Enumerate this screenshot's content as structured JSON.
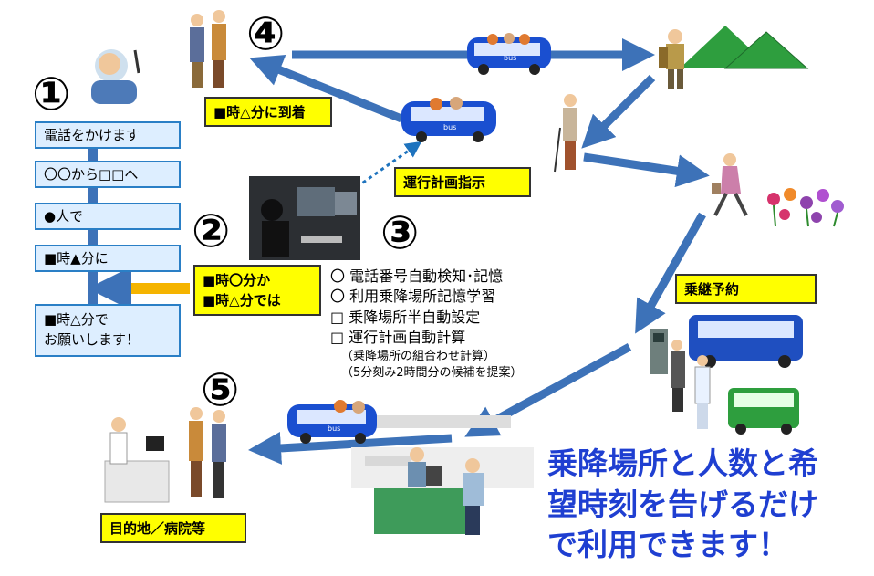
{
  "step_numbers": {
    "n1": "①",
    "n2": "②",
    "n3": "③",
    "n4": "④",
    "n5": "⑤"
  },
  "steps": [
    {
      "label": "電話をかけます"
    },
    {
      "label": "〇〇から□□へ"
    },
    {
      "label": "●人で"
    },
    {
      "label": "■時▲分に"
    }
  ],
  "request_final": [
    "■時△分で",
    "お願いします！"
  ],
  "reply": [
    "■時〇分か",
    "■時△分では"
  ],
  "arrival_label": "■時△分に到着",
  "dispatch_label": "運行計画指示",
  "transfer_label": "乗継予約",
  "destination_label": "目的地／病院等",
  "system_features": [
    "〇 電話番号自動検知･記憶",
    "〇 利用乗降場所記憶学習",
    "□ 乗降場所半自動設定",
    "□ 運行計画自動計算"
  ],
  "system_notes": [
    "（乗降場所の組合わせ計算）",
    "（5分刻み2時間分の候補を提案）"
  ],
  "slogan": [
    "乗降場所と人数と希",
    "望時刻を告げるだけ",
    "で利用できます！"
  ],
  "bus_text": "bus",
  "colors": {
    "arrow": "#3d72b8",
    "step_fill": "#ddeeff",
    "yellow": "#ffff00",
    "slogan": "#1f3fd1",
    "bus": "#1a4fd0",
    "mountain": "#2e9e3e"
  }
}
